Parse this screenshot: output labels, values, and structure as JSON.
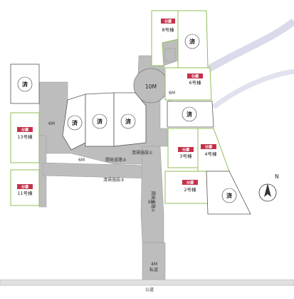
{
  "colors": {
    "road": "#bdbdbd",
    "lot_fill": "#ffffff",
    "lot_border_green": "#8fbf55",
    "lot_border_dark": "#555555",
    "tag": "#c2334a",
    "north_arrow": "#333333",
    "watermark": "#2d3a8a"
  },
  "turnaround": {
    "label": "10M"
  },
  "lots": {
    "no8": {
      "tag": "分譲",
      "label": "8号棟"
    },
    "no6": {
      "tag": "分譲",
      "label": "6号棟"
    },
    "no4": {
      "tag": "分譲",
      "label": "4号棟"
    },
    "no3": {
      "tag": "分譲",
      "label": "3号棟"
    },
    "no2": {
      "tag": "分譲",
      "label": "2号棟"
    },
    "no13": {
      "tag": "分譲",
      "label": "13号棟"
    },
    "no11": {
      "tag": "分譲",
      "label": "11号棟"
    }
  },
  "sold_label": "済",
  "roads": {
    "width_6m_left": "6M",
    "width_6m_mid": "6M",
    "width_6m_lower": "6M",
    "width_6m_right": "6M",
    "dev_road_2": "開発道路②",
    "cleaning_1": "清掃施設①",
    "cleaning_3": "清掃施設③",
    "dev_road_1": "開発道路①",
    "width_4m": "4M",
    "width_4m_sub": "私道",
    "public_road": "公道"
  },
  "north": "N"
}
